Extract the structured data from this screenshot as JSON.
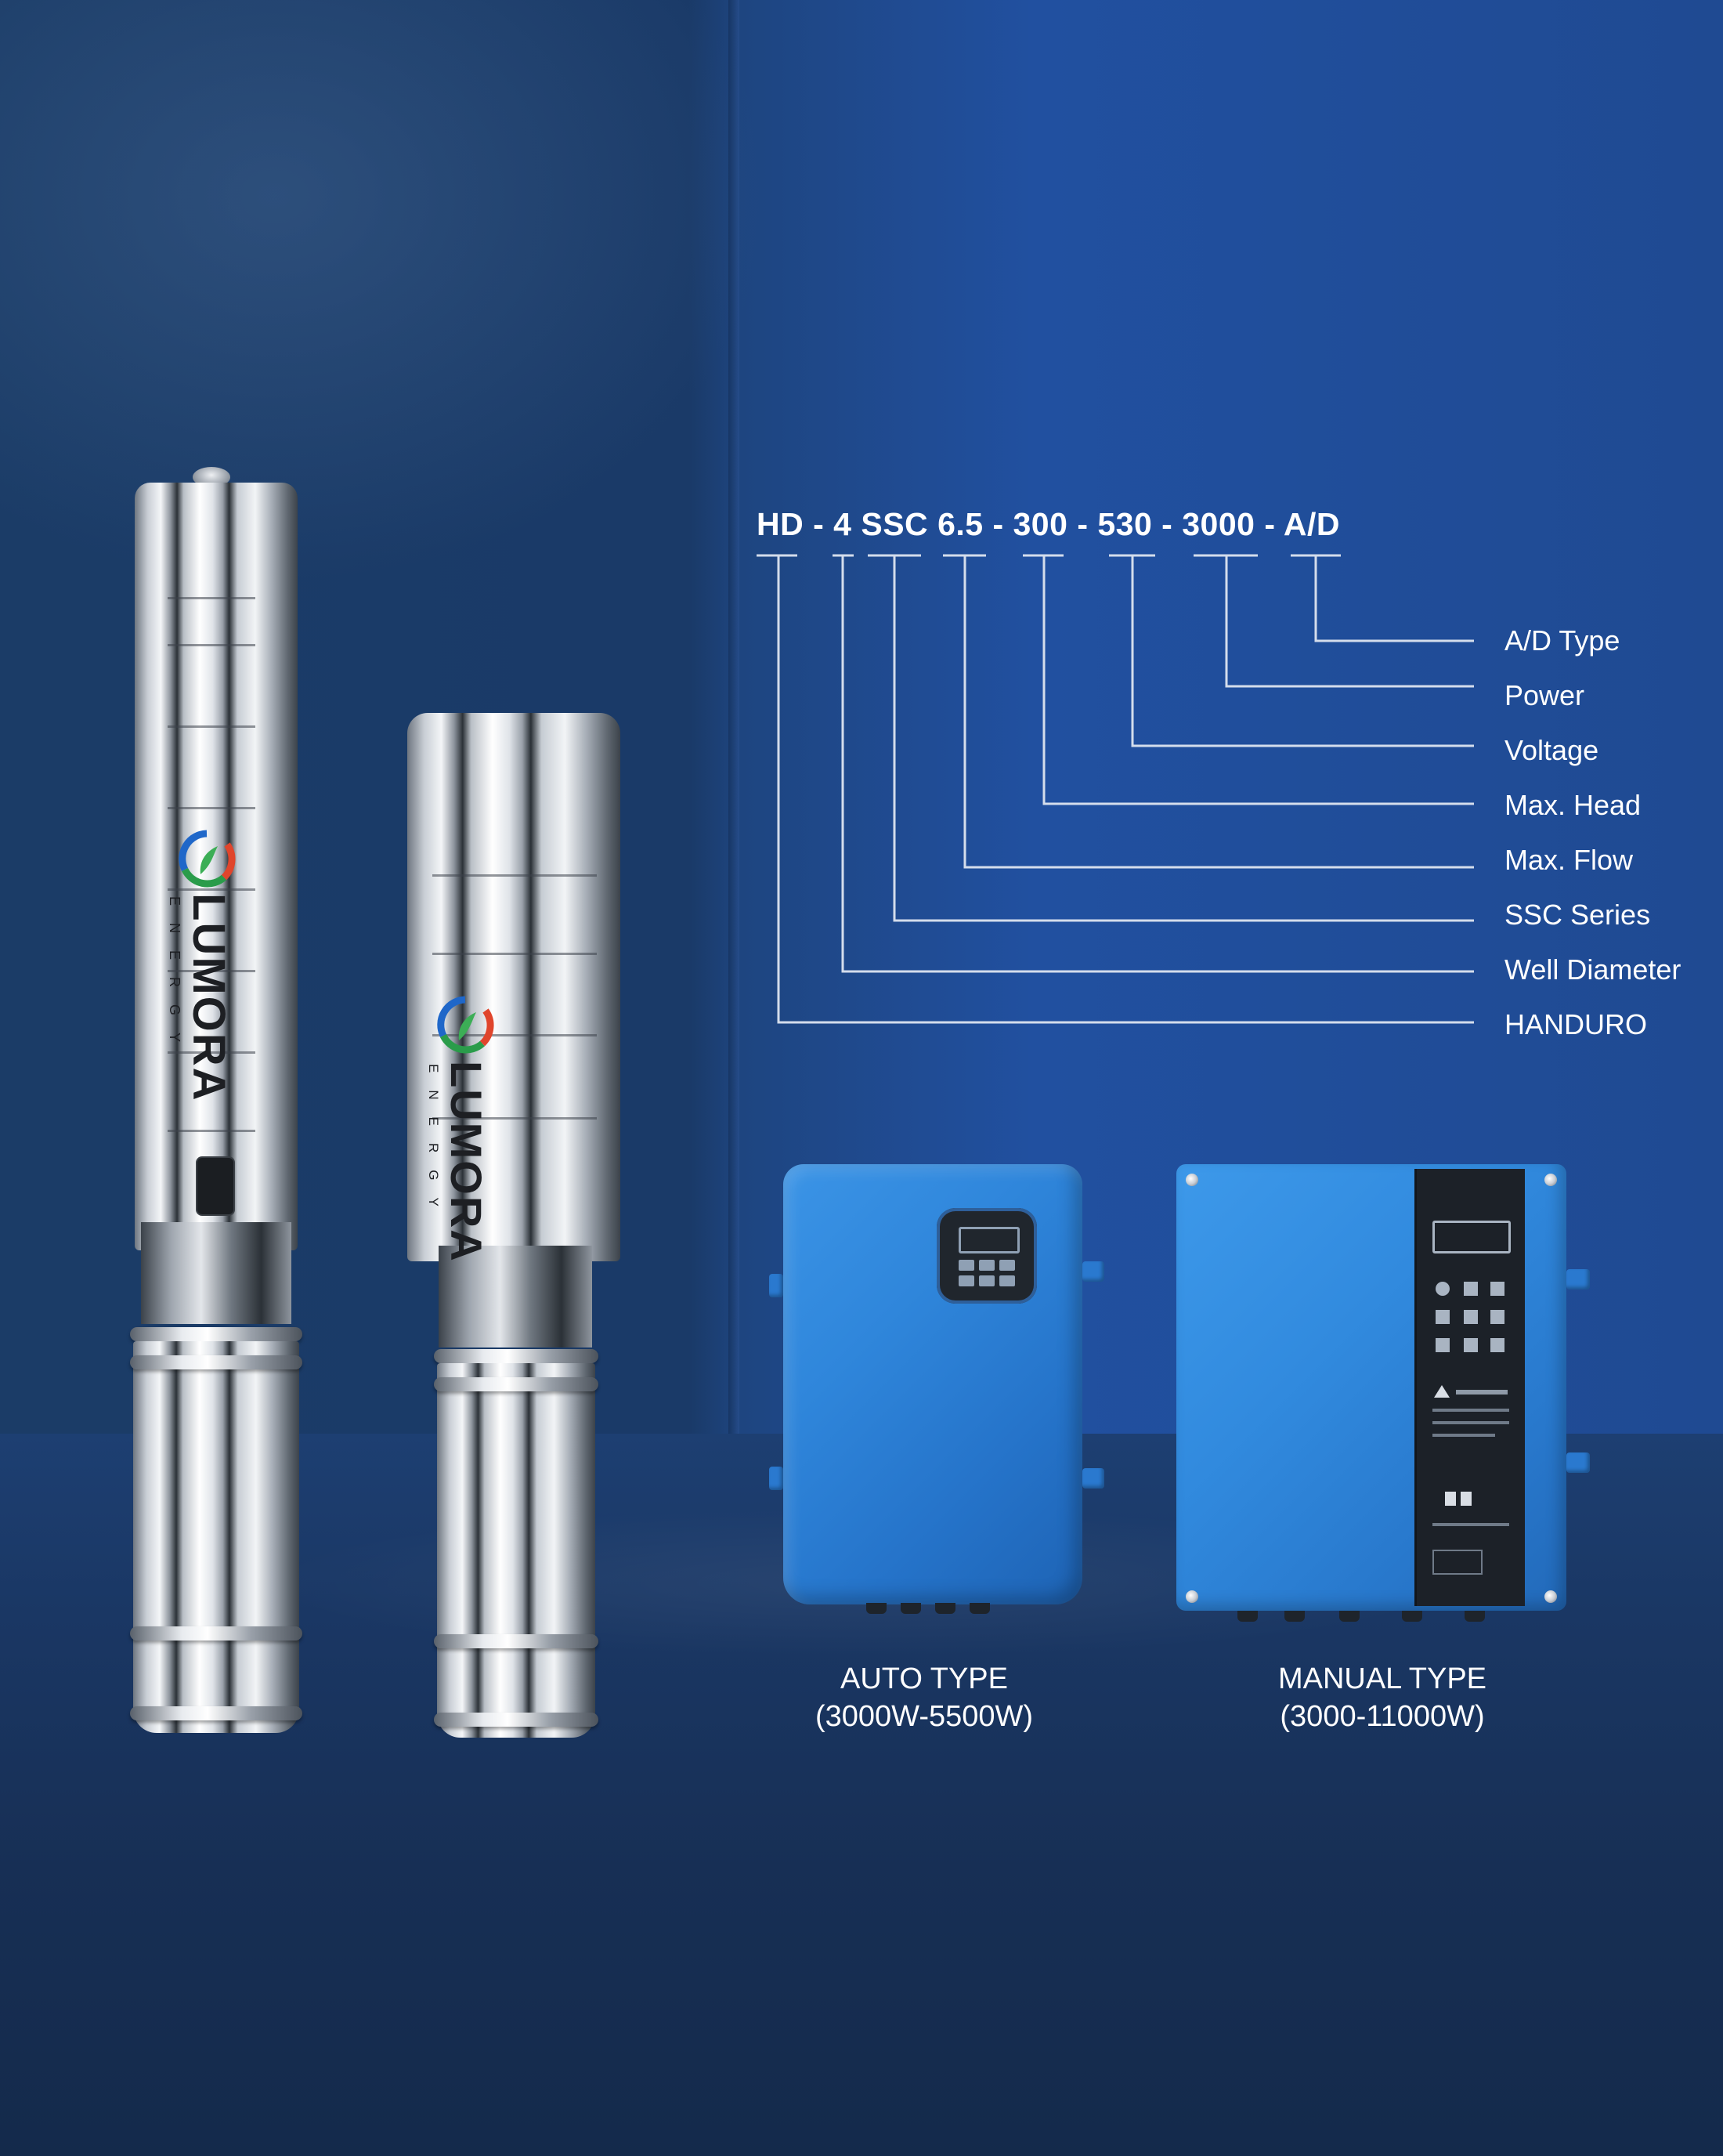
{
  "model_code": {
    "segments": [
      "HD",
      "-",
      "4",
      "SSC",
      "6.5",
      "-",
      "300",
      "-",
      "530",
      "-",
      "3000",
      "-",
      "A/D"
    ]
  },
  "legend": [
    {
      "label": "A/D Type"
    },
    {
      "label": "Power"
    },
    {
      "label": "Voltage"
    },
    {
      "label": "Max. Head"
    },
    {
      "label": "Max. Flow"
    },
    {
      "label": "SSC Series"
    },
    {
      "label": "Well Diameter"
    },
    {
      "label": "HANDURO"
    }
  ],
  "pumps": [
    {
      "brand": "LUMORA",
      "brand_sub": "ENERGY"
    },
    {
      "brand": "LUMORA",
      "brand_sub": "ENERGY"
    }
  ],
  "controllers": {
    "auto": {
      "title": "AUTO TYPE",
      "range": "(3000W-5500W)"
    },
    "manual": {
      "title": "MANUAL TYPE",
      "range": "(3000-11000W)"
    }
  },
  "colors": {
    "background": "#1a3a68",
    "controller_blue": "#2f86db",
    "text": "#ffffff"
  },
  "icons": [
    "lumora-logo-icon",
    "display-panel-icon",
    "keypad-icon"
  ]
}
